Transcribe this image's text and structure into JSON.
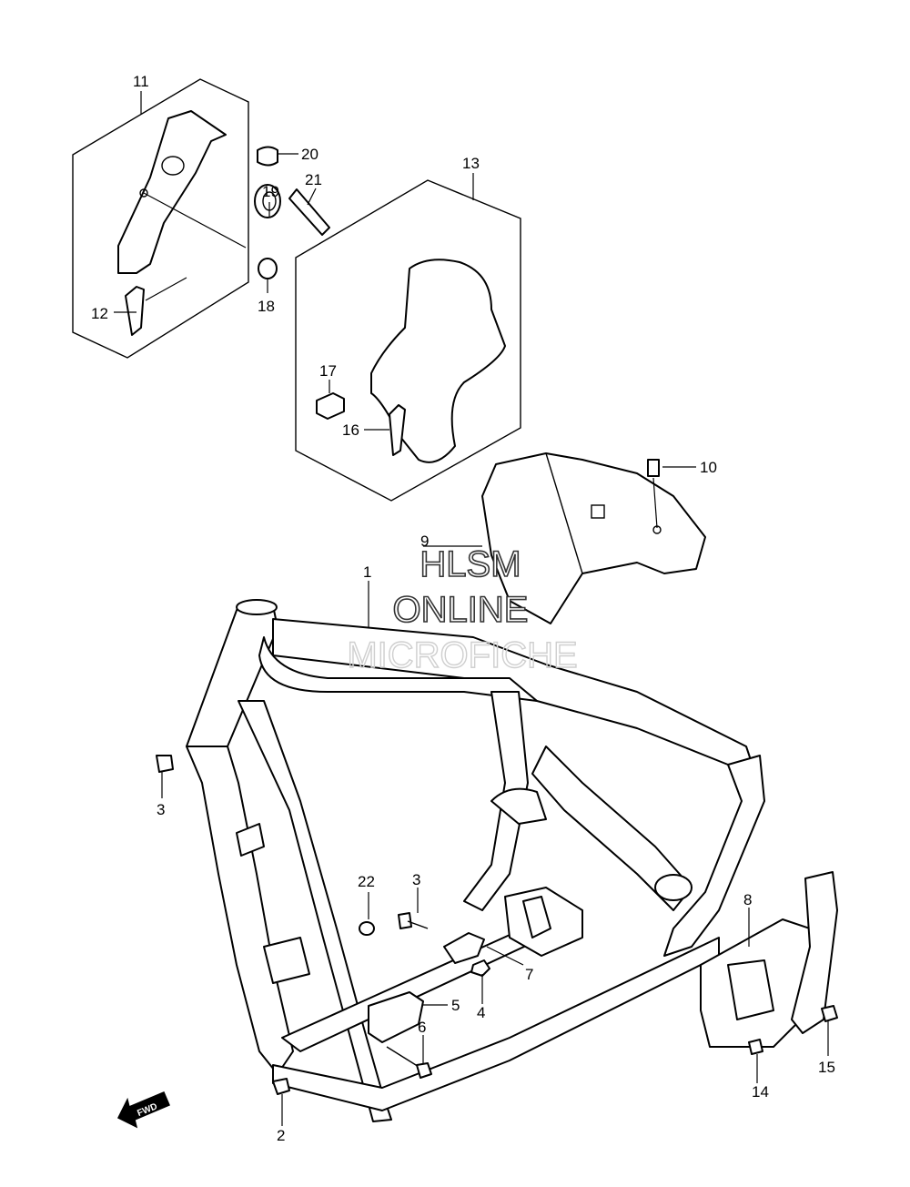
{
  "watermark": {
    "line1": "HLSM",
    "line2": "ONLINE",
    "line3": "MICROFICHE"
  },
  "direction_marker": {
    "label": "FWD",
    "icon": "fwd-arrow-icon"
  },
  "callouts": [
    "1",
    "2",
    "3",
    "3",
    "4",
    "5",
    "6",
    "7",
    "8",
    "9",
    "10",
    "11",
    "12",
    "13",
    "14",
    "15",
    "16",
    "17",
    "18",
    "19",
    "20",
    "21",
    "22"
  ],
  "colors": {
    "line": "#000000",
    "background": "#ffffff"
  }
}
